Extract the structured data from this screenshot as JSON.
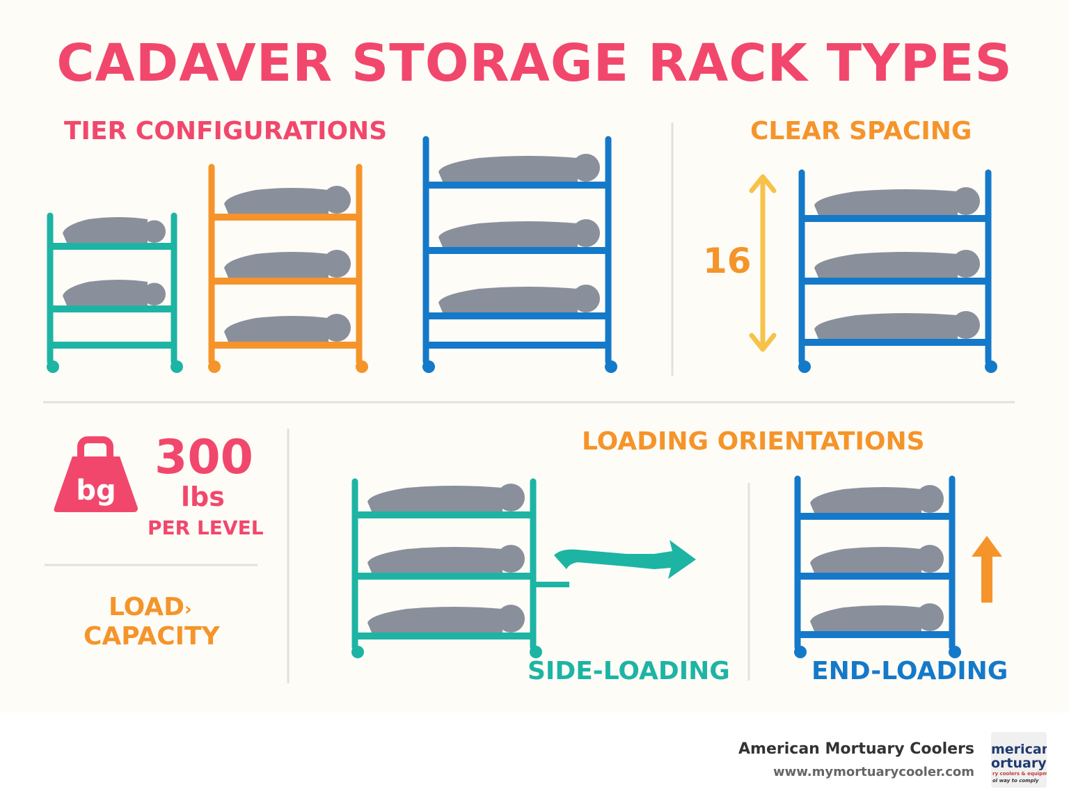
{
  "title": "CADAVER STORAGE RACK TYPES",
  "sections": {
    "tier": "TIER CONFIGURATIONS",
    "clear": "CLEAR SPACING",
    "loading": "LOADING ORIENTATIONS"
  },
  "clear_spacing": {
    "value": "16"
  },
  "load_capacity": {
    "icon_text": "bg",
    "value": "300",
    "unit": "lbs",
    "per": "PER LEVEL",
    "label_line1": "LOAD",
    "label_mark": "›",
    "label_line2": "CAPACITY"
  },
  "orientations": {
    "side": "SIDE-LOADING",
    "end": "END-LOADING"
  },
  "footer": {
    "brand": "American Mortuary Coolers",
    "url": "www.mymortuarycooler.com",
    "logo_line1": "merican",
    "logo_line2": "ortuary",
    "logo_line3": "ry coolers & equipment",
    "logo_line4": "ol way to comply"
  },
  "colors": {
    "pink": "#f2476c",
    "orange": "#f5942a",
    "teal": "#1db4a4",
    "blue": "#1479c9",
    "yellow": "#f7c24a",
    "body": "#8a8f9c",
    "divider": "#e3e1d9"
  },
  "icons": {
    "weight": "kettlebell-weight-icon",
    "spacing_arrow": "double-vertical-arrow-icon",
    "side_arrow": "side-arrow-icon",
    "end_arrow": "up-arrow-icon"
  }
}
